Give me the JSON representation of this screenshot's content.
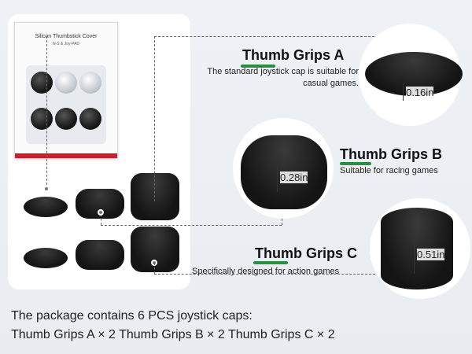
{
  "package_box": {
    "title": "Silicon Thumbstick Cover",
    "subtitle": "N-S & Joy-PAD"
  },
  "grips": [
    {
      "name": "Thumb Grips A",
      "desc": "The standard joystick cap is suitable for casual games.",
      "size": "0.16in"
    },
    {
      "name": "Thumb Grips B",
      "desc": "Suitable for racing games",
      "size": "0.28in"
    },
    {
      "name": "Thumb Grips C",
      "desc": "Specifically designed for action games",
      "size": "0.51in"
    }
  ],
  "footer": {
    "line1": "The package contains 6 PCS joystick caps:",
    "line2": "Thumb Grips A × 2 Thumb Grips B × 2 Thumb Grips C × 2"
  },
  "colors": {
    "underline": "#2a8f3d",
    "box_stripe": "#c81f2a",
    "cap": "#141414"
  }
}
